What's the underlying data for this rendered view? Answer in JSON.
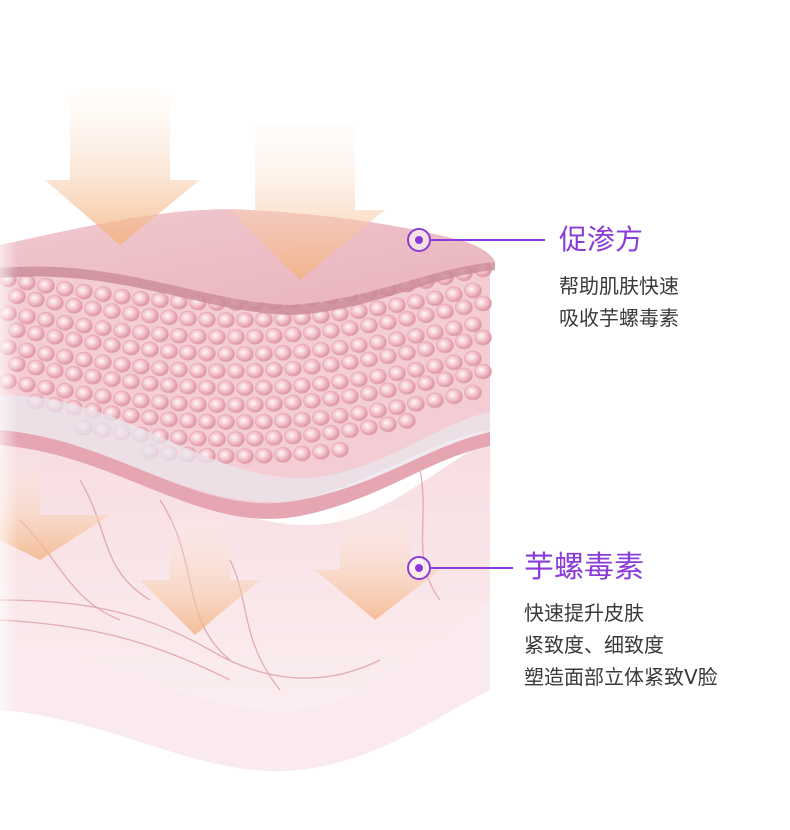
{
  "colors": {
    "accent": "#8a3bd8",
    "body_text": "#3a3a3a",
    "skin": "#f3cfd6",
    "arrow": "#f6c49a"
  },
  "callouts": [
    {
      "title": "促渗方",
      "lines": [
        "帮助肌肤快速",
        "吸收芋螺毒素"
      ]
    },
    {
      "title": "芋螺毒素",
      "lines": [
        "快速提升皮肤",
        "紧致度、细致度",
        "塑造面部立体紧致V脸"
      ]
    }
  ]
}
